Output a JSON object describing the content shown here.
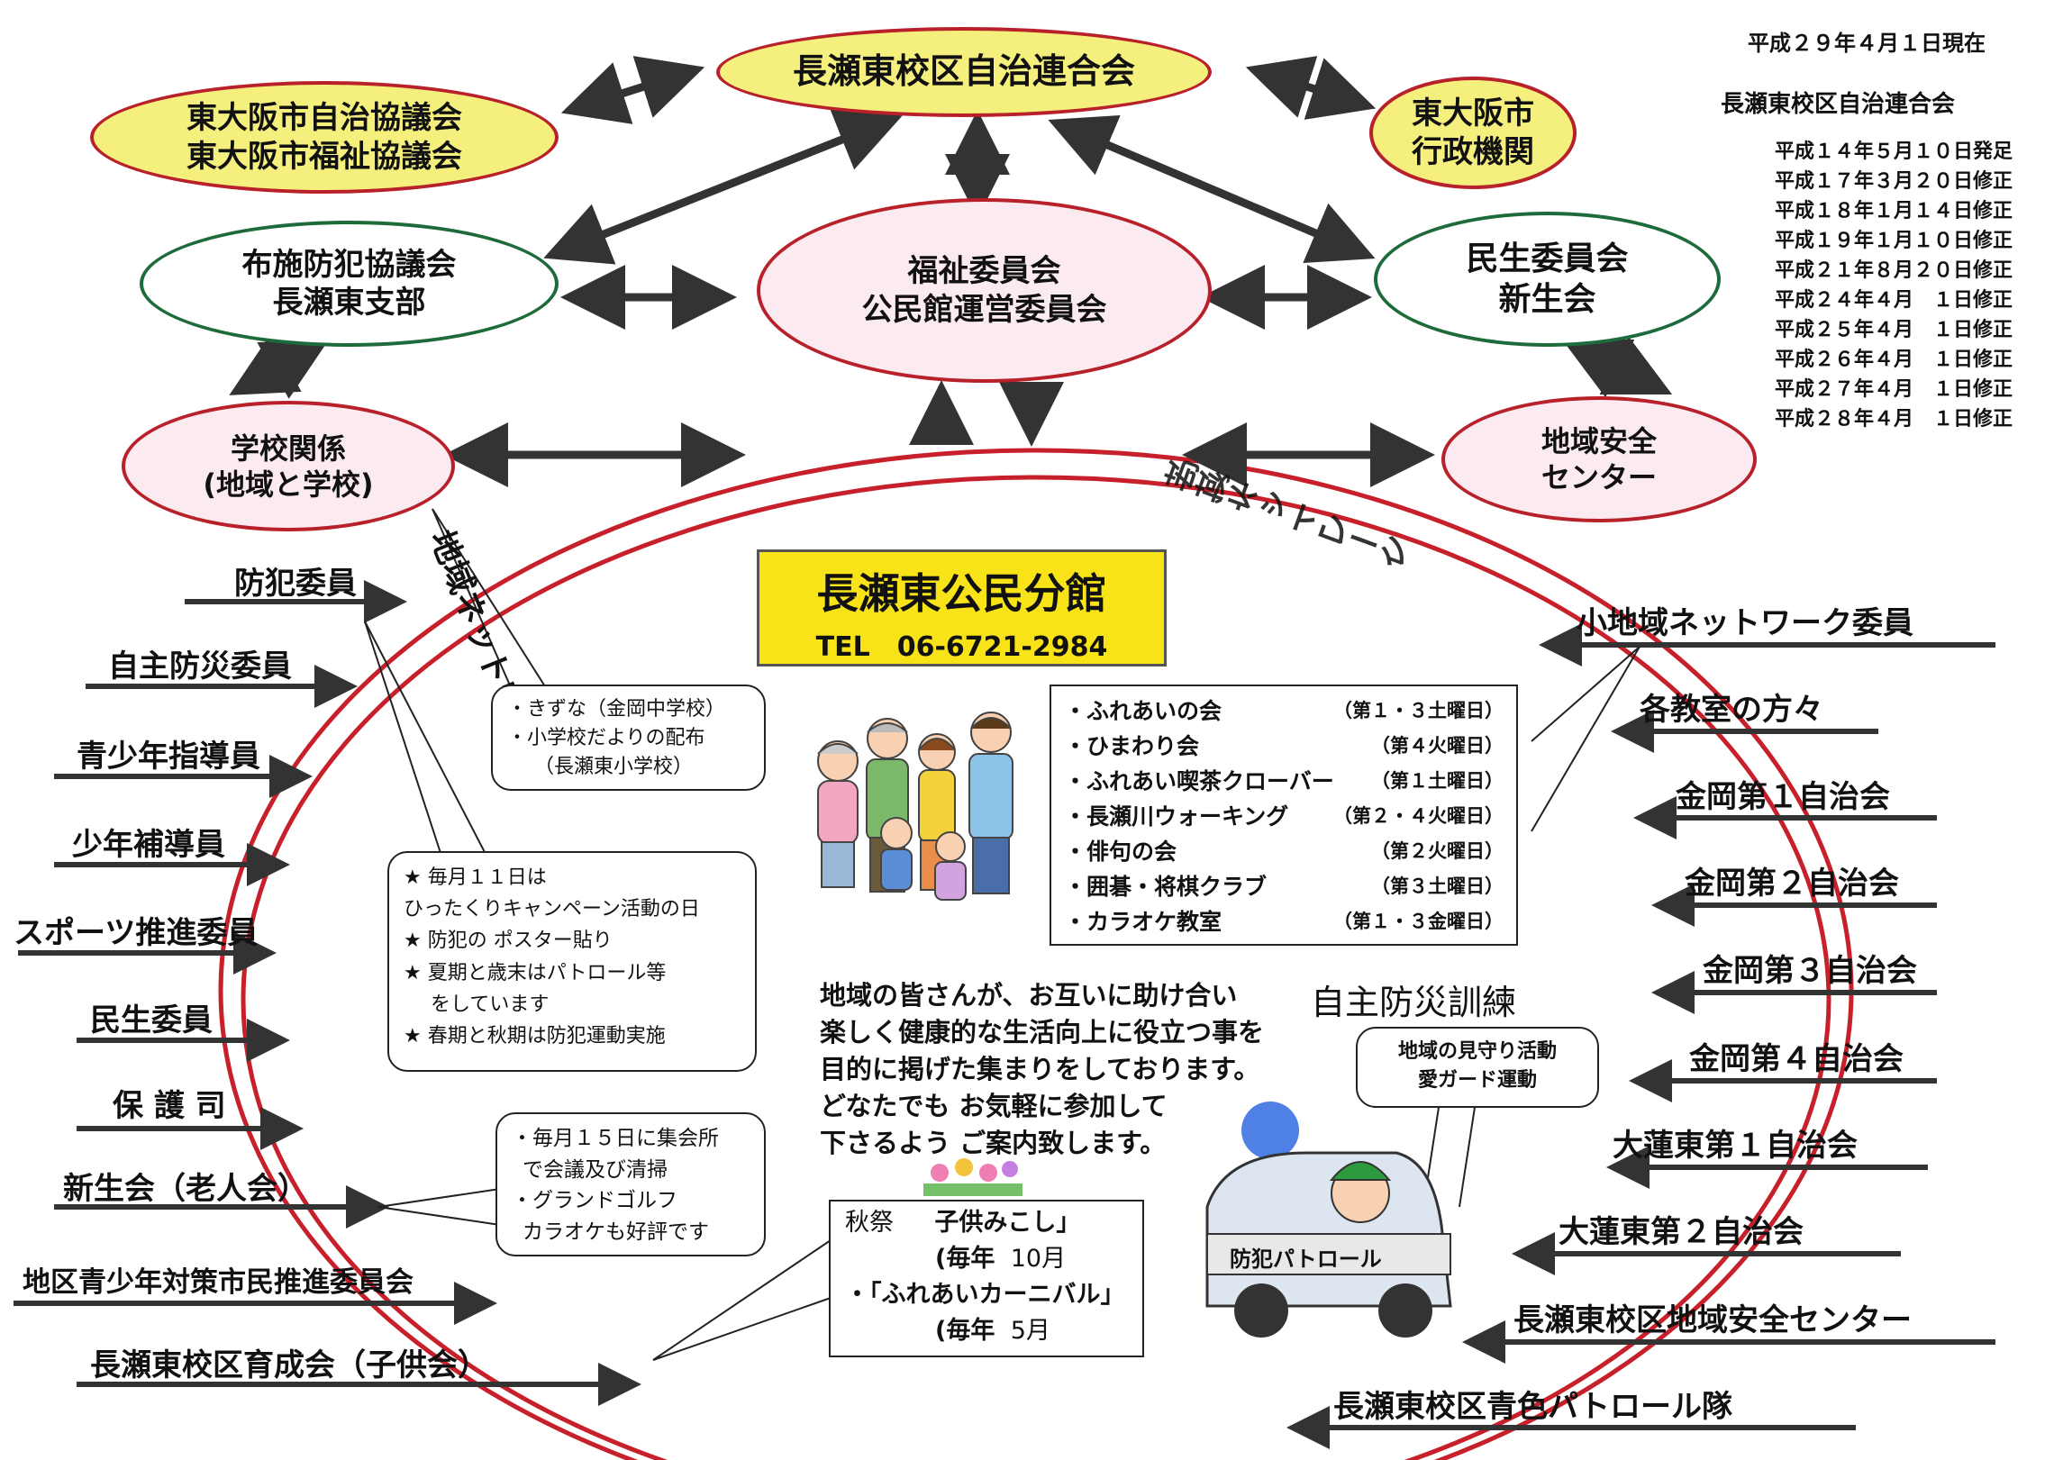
{
  "header": {
    "as_of": "平成２９年４月１日現在",
    "org": "長瀬東校区自治連合会",
    "history": [
      "平成１４年５月１０日発足",
      "平成１７年３月２０日修正",
      "平成１８年１月１４日修正",
      "平成１９年１月１０日修正",
      "平成２１年８月２０日修正",
      "平成２４年４月　１日修正",
      "平成２５年４月　１日修正",
      "平成２６年４月　１日修正",
      "平成２７年４月　１日修正",
      "平成２８年４月　１日修正"
    ]
  },
  "nodes": {
    "top": "長瀬東校区自治連合会",
    "higashiosaka_council_1": "東大阪市自治協議会",
    "higashiosaka_council_2": "東大阪市福祉協議会",
    "city_1": "東大阪市",
    "city_2": "行政機関",
    "fuse_1": "布施防犯協議会",
    "fuse_2": "長瀬東支部",
    "welfare_1": "福祉委員会",
    "welfare_2": "公民館運営委員会",
    "minsei_1": "民生委員会",
    "minsei_2": "新生会",
    "school_1": "学校関係",
    "school_2": "(地域と学校)",
    "safety_1": "地域安全",
    "safety_2": "センター"
  },
  "ring_text_left": "地域ネットワーク",
  "ring_text_right": "地域ネットワーク",
  "center": {
    "title": "長瀬東公民分館",
    "tel": "TEL　06-6721-2984"
  },
  "left_labels": [
    "防犯委員",
    "自主防災委員",
    "青少年指導員",
    "少年補導員",
    "スポーツ推進委員",
    "民生委員",
    "保 護 司",
    "新生会（老人会）",
    "地区青少年対策市民推進委員会",
    "長瀬東校区育成会（子供会）"
  ],
  "right_labels": [
    "小地域ネットワーク委員",
    "各教室の方々",
    "金岡第１自治会",
    "金岡第２自治会",
    "金岡第３自治会",
    "金岡第４自治会",
    "大蓮東第１自治会",
    "大蓮東第２自治会",
    "長瀬東校区地域安全センター",
    "長瀬東校区青色パトロール隊"
  ],
  "school_bubble": [
    "・きずな（金岡中学校）",
    "・小学校だよりの配布",
    "（長瀬東小学校）"
  ],
  "crime_bubble": [
    "★ 毎月１１日は",
    "ひったくりキャンペーン活動の日",
    "★ 防犯の ポスター貼り",
    "★ 夏期と歳末はパトロール等",
    "をしています",
    "★ 春期と秋期は防犯運動実施"
  ],
  "shinsei_bubble": [
    "・毎月１５日に集会所",
    "で会議及び清掃",
    "・グランドゴルフ",
    "カラオケも好評です"
  ],
  "activities": [
    {
      "name": "・ふれあいの会",
      "when": "（第１・３土曜日）"
    },
    {
      "name": "・ひまわり会",
      "when": "（第４火曜日）"
    },
    {
      "name": "・ふれあい喫茶クローバー",
      "when": "（第１土曜日）"
    },
    {
      "name": "・長瀬川ウォーキング",
      "when": "（第２・４火曜日）"
    },
    {
      "name": "・俳句の会",
      "when": "（第２火曜日）"
    },
    {
      "name": "・囲碁・将棋クラブ",
      "when": "（第３土曜日）"
    },
    {
      "name": "・カラオケ教室",
      "when": "（第１・３金曜日）"
    }
  ],
  "message": [
    "地域の皆さんが、お互いに助け合い",
    "楽しく健康的な生活向上に役立つ事を",
    "目的に掲げた集まりをしております。",
    "どなたでも お気軽に参加して",
    "下さるよう ご案内致します。"
  ],
  "drill": "自主防災訓練",
  "patrol_bubble": [
    "地域の見守り活動",
    "愛ガード運動"
  ],
  "patrol_car_label": "防犯パトロール",
  "festival": {
    "line1_a": "秋祭",
    "line1_b": "子供みこし」",
    "line2_a": "(毎年",
    "line2_b": "10月",
    "line3": "・「ふれあいカーニバル」",
    "line4_a": "(毎年",
    "line4_b": "5月"
  },
  "colors": {
    "ring": "#c8202a",
    "yellow": "#f5f07e",
    "pink": "#fbeaf0",
    "green": "#1d6b3a",
    "title_yellow": "#f7e317"
  }
}
